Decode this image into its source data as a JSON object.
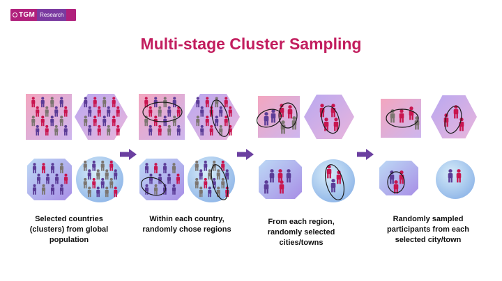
{
  "header": {
    "logo_mark": "TGM",
    "logo_text": "Research",
    "title": "Multi-stage Cluster Sampling"
  },
  "stages": [
    {
      "caption_lines": [
        "Selected countries",
        "(clusters) from global",
        "population"
      ]
    },
    {
      "caption_lines": [
        "Within each country,",
        "randomly chose regions"
      ]
    },
    {
      "caption_lines": [
        "From each region,",
        "randomly selected",
        "cities/towns"
      ]
    },
    {
      "caption_lines": [
        "Randomly sampled",
        "participants from each",
        "selected city/town"
      ]
    }
  ],
  "colors": {
    "brand": "#b0207c",
    "title": "#c21d5e",
    "arrow": "#6b3fa0",
    "person_red": "#c8154f",
    "person_purple": "#5b3c97",
    "person_gray": "#7b7570",
    "outline": "#1b1b1b"
  },
  "icons": [
    "person-icon",
    "arrow-right-icon"
  ]
}
